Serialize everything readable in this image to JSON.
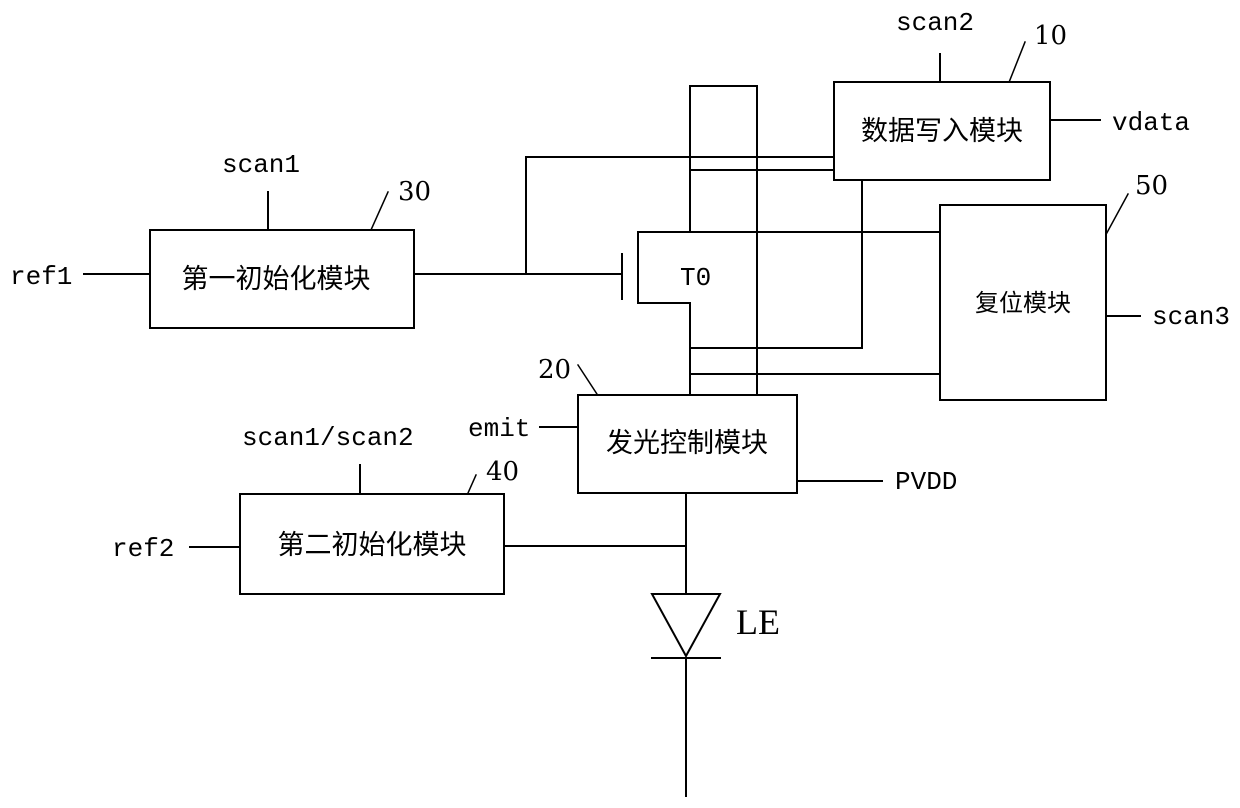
{
  "blocks": {
    "data_write": {
      "label": "数据写入模块",
      "ref": "10"
    },
    "reset": {
      "label": "复位模块",
      "ref": "50"
    },
    "init1": {
      "label": "第一初始化模块",
      "ref": "30"
    },
    "init2": {
      "label": "第二初始化模块",
      "ref": "40"
    },
    "emit_ctrl": {
      "label": "发光控制模块",
      "ref": "20"
    }
  },
  "signals": {
    "scan1": "scan1",
    "scan2": "scan2",
    "scan3": "scan3",
    "scan1_scan2": "scan1/scan2",
    "vdata": "vdata",
    "ref1": "ref1",
    "ref2": "ref2",
    "emit": "emit",
    "pvdd": "PVDD"
  },
  "components": {
    "transistor": "T0",
    "diode": "LE"
  }
}
